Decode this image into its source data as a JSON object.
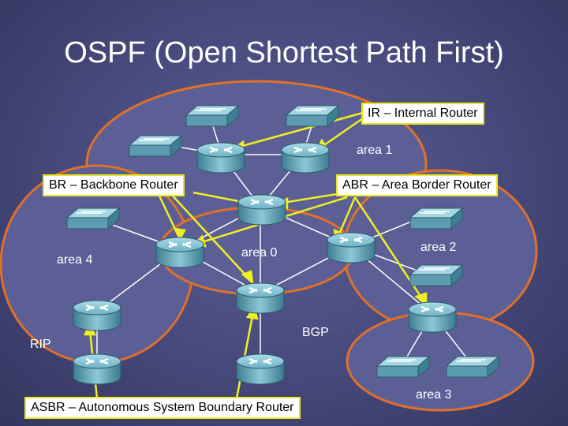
{
  "title": "OSPF (Open Shortest Path First)",
  "labels": {
    "ir": "IR – Internal Router",
    "br": "BR – Backbone Router",
    "abr": "ABR – Area Border Router",
    "asbr": "ASBR – Autonomous System Boundary Router",
    "area0": "area 0",
    "area1": "area 1",
    "area2": "area 2",
    "area3": "area 3",
    "area4": "area 4",
    "bgp": "BGP",
    "rip": "RIP"
  },
  "colors": {
    "area_ring": "#e0702a",
    "area_fill": "#5b5f96",
    "callout_line": "#f0f020",
    "link_line": "#ffffff",
    "router_body": "#4f8fa3",
    "switch_body": "#5d9cb0"
  },
  "icons": [
    "router-icon",
    "switch-icon"
  ]
}
